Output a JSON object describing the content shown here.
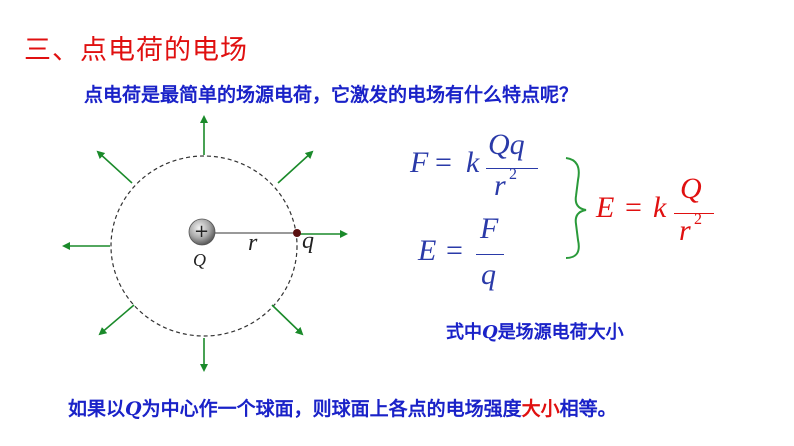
{
  "title": "三、点电荷的电场",
  "question": "点电荷是最简单的场源电荷，它激发的电场有什么特点呢？",
  "diagram": {
    "charge_sign": "+",
    "charge_label": "Q",
    "radius_label": "r",
    "test_charge_label": "q"
  },
  "formulas": {
    "coulomb": {
      "lhs": "F",
      "eq": "=",
      "k": "k",
      "num": "Qq",
      "den": "r",
      "den_exp": "2"
    },
    "definition": {
      "lhs": "E",
      "eq": "=",
      "num": "F",
      "den": "q"
    },
    "result": {
      "lhs": "E",
      "eq": "=",
      "k": "k",
      "num": "Q",
      "den": "r",
      "den_exp": "2"
    }
  },
  "note": {
    "prefix": "式中",
    "var": "Q",
    "suffix": "是场源电荷大小"
  },
  "bottom": {
    "p1": "如果以",
    "var": "Q",
    "p2": "为中心作一个球面，则球面上各点的电场强度",
    "highlight": "大小",
    "p3": "相等。"
  },
  "colors": {
    "title": "#e01010",
    "text_blue": "#1a22c8",
    "formula_blue": "#2a3aa8",
    "arrow_green": "#1a8a2a",
    "brace_green": "#2a9a3a"
  }
}
